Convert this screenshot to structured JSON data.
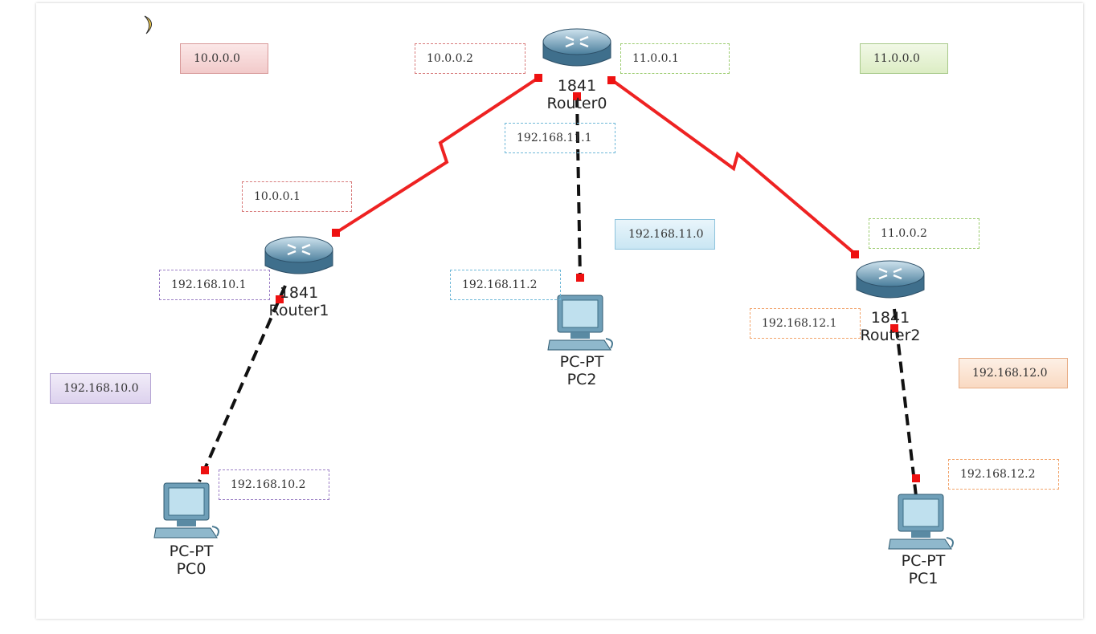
{
  "devices": {
    "router0": {
      "model": "1841",
      "name": "Router0"
    },
    "router1": {
      "model": "1841",
      "name": "Router1"
    },
    "router2": {
      "model": "1841",
      "name": "Router2"
    },
    "pc0": {
      "model": "PC-PT",
      "name": "PC0"
    },
    "pc1": {
      "model": "PC-PT",
      "name": "PC1"
    },
    "pc2": {
      "model": "PC-PT",
      "name": "PC2"
    }
  },
  "network_notes": {
    "net_10": "10.0.0.0",
    "net_11": "11.0.0.0",
    "net_192_168_10": "192.168.10.0",
    "net_192_168_11": "192.168.11.0",
    "net_192_168_12": "192.168.12.0"
  },
  "interface_notes": {
    "r0_net10": "10.0.0.2",
    "r0_net11": "11.0.0.1",
    "r0_lan": "192.168.11.1",
    "r1_net10": "10.0.0.1",
    "r1_lan": "192.168.10.1",
    "r2_net11": "11.0.0.2",
    "r2_lan": "192.168.12.1",
    "pc0_ip": "192.168.10.2",
    "pc1_ip": "192.168.12.2",
    "pc2_ip": "192.168.11.2"
  },
  "colors": {
    "serial_link": "#ee2222",
    "ethernet_link": "#111111",
    "link_endpoint": "#ee1111",
    "note_red": "#d87b7b",
    "note_green": "#9ccc6f",
    "note_blue": "#6fb8d8",
    "note_purple": "#9c7fc6",
    "note_orange": "#f2a36a"
  },
  "links": [
    {
      "type": "serial",
      "from": "Router0",
      "to": "Router1"
    },
    {
      "type": "serial",
      "from": "Router0",
      "to": "Router2"
    },
    {
      "type": "ethernet",
      "from": "Router0",
      "to": "PC2"
    },
    {
      "type": "ethernet",
      "from": "Router1",
      "to": "PC0"
    },
    {
      "type": "ethernet",
      "from": "Router2",
      "to": "PC1"
    }
  ]
}
